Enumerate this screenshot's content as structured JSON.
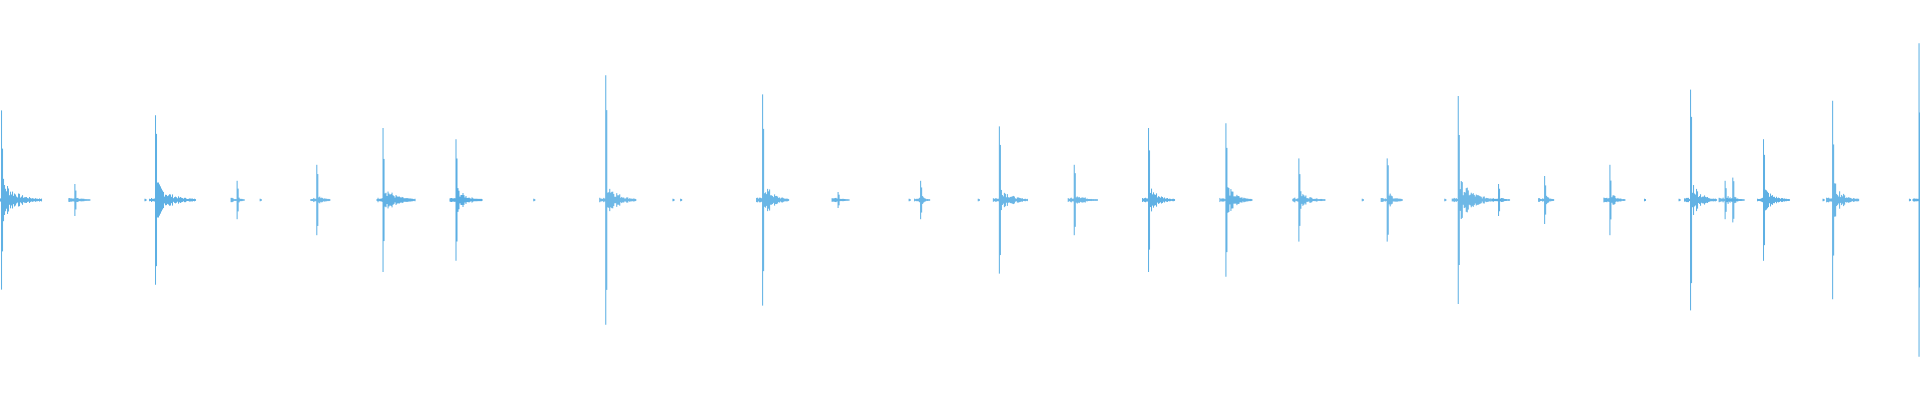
{
  "waveform": {
    "color": "#5aaee3",
    "background": "#ffffff",
    "duration_fraction_total": 1.0,
    "amplitude_max": 1.0,
    "transients": [
      {
        "t": 0.0008,
        "amp": 0.56,
        "tail": 0.021,
        "decay": 0.25
      },
      {
        "t": 0.039,
        "amp": 0.1,
        "tail": 0.008,
        "decay": 0.25
      },
      {
        "t": 0.081,
        "amp": 0.53,
        "tail": 0.021,
        "decay": 0.22
      },
      {
        "t": 0.1235,
        "amp": 0.12,
        "tail": 0.004,
        "decay": 0.3
      },
      {
        "t": 0.165,
        "amp": 0.22,
        "tail": 0.007,
        "decay": 0.25
      },
      {
        "t": 0.1995,
        "amp": 0.45,
        "tail": 0.017,
        "decay": 0.22
      },
      {
        "t": 0.2375,
        "amp": 0.38,
        "tail": 0.014,
        "decay": 0.22
      },
      {
        "t": 0.3155,
        "amp": 0.78,
        "tail": 0.016,
        "decay": 0.18
      },
      {
        "t": 0.3972,
        "amp": 0.66,
        "tail": 0.014,
        "decay": 0.2
      },
      {
        "t": 0.4365,
        "amp": 0.05,
        "tail": 0.006,
        "decay": 0.3
      },
      {
        "t": 0.4795,
        "amp": 0.12,
        "tail": 0.005,
        "decay": 0.3
      },
      {
        "t": 0.5205,
        "amp": 0.46,
        "tail": 0.015,
        "decay": 0.22
      },
      {
        "t": 0.5595,
        "amp": 0.22,
        "tail": 0.012,
        "decay": 0.25
      },
      {
        "t": 0.5982,
        "amp": 0.45,
        "tail": 0.014,
        "decay": 0.22
      },
      {
        "t": 0.6385,
        "amp": 0.48,
        "tail": 0.014,
        "decay": 0.22
      },
      {
        "t": 0.6765,
        "amp": 0.26,
        "tail": 0.014,
        "decay": 0.22
      },
      {
        "t": 0.7225,
        "amp": 0.26,
        "tail": 0.008,
        "decay": 0.25
      },
      {
        "t": 0.7595,
        "amp": 0.65,
        "tail": 0.022,
        "decay": 0.2
      },
      {
        "t": 0.7805,
        "amp": 0.1,
        "tail": 0.006,
        "decay": 0.25
      },
      {
        "t": 0.8045,
        "amp": 0.15,
        "tail": 0.005,
        "decay": 0.3
      },
      {
        "t": 0.8385,
        "amp": 0.22,
        "tail": 0.008,
        "decay": 0.25
      },
      {
        "t": 0.8805,
        "amp": 0.69,
        "tail": 0.014,
        "decay": 0.2
      },
      {
        "t": 0.8985,
        "amp": 0.12,
        "tail": 0.01,
        "decay": 0.25
      },
      {
        "t": 0.9025,
        "amp": 0.14,
        "tail": 0.005,
        "decay": 0.25
      },
      {
        "t": 0.9185,
        "amp": 0.38,
        "tail": 0.014,
        "decay": 0.22
      },
      {
        "t": 0.9545,
        "amp": 0.62,
        "tail": 0.014,
        "decay": 0.2
      },
      {
        "t": 0.9995,
        "amp": 0.98,
        "tail": 0.0,
        "decay": 0.2
      }
    ],
    "faint_ticks": [
      0.0755,
      0.1355,
      0.278,
      0.3505,
      0.3545,
      0.4735,
      0.5095,
      0.7095,
      0.7525,
      0.8565,
      0.8745,
      0.9495,
      0.9945
    ]
  }
}
